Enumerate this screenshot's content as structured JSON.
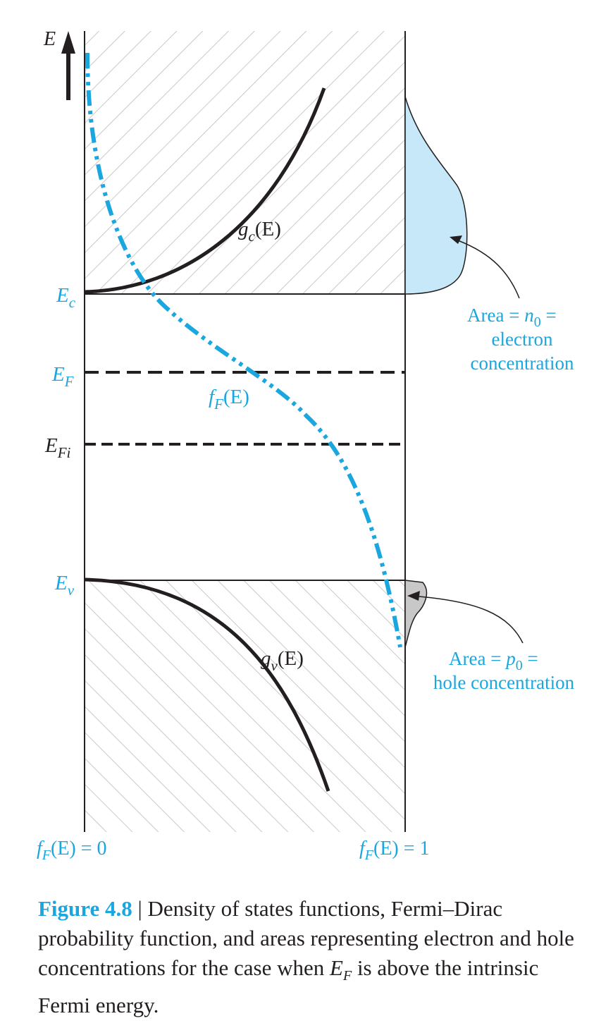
{
  "figure": {
    "axis_label": "E",
    "levels": {
      "Ec": {
        "main": "E",
        "sub": "c"
      },
      "EF": {
        "main": "E",
        "sub": "F"
      },
      "EFi": {
        "main": "E",
        "sub": "Fi"
      },
      "Ev": {
        "main": "E",
        "sub": "v"
      }
    },
    "curves": {
      "gc": {
        "main": "g",
        "sub": "c",
        "arg": "(E)"
      },
      "gv": {
        "main": "g",
        "sub": "v",
        "arg": "(E)"
      },
      "fF": {
        "main": "f",
        "sub": "F",
        "arg": "(E)"
      }
    },
    "bottom_labels": {
      "left": {
        "main": "f",
        "sub": "F",
        "tail": "(E) = 0"
      },
      "right": {
        "main": "f",
        "sub": "F",
        "tail": "(E) = 1"
      }
    },
    "annotations": {
      "electron": {
        "line1_prefix": "Area = ",
        "line1_var": "n",
        "line1_sub": "0",
        "line1_suffix": " =",
        "line2": "electron",
        "line3": "concentration"
      },
      "hole": {
        "line1_prefix": "Area = ",
        "line1_var": "p",
        "line1_sub": "0",
        "line1_suffix": " =",
        "line2": "hole concentration"
      }
    },
    "colors": {
      "accent": "#1aa7e0",
      "electron_fill": "#c6e8f8",
      "hole_fill": "#c8c8c8",
      "curve": "#231f20",
      "hatch": "#c9c9c9"
    }
  },
  "caption": {
    "figure_label": "Figure 4.8",
    "separator": " | ",
    "text_before_symbol": "Density of states functions, Fermi–Dirac probability function, and areas representing electron and hole concentrations for the case when ",
    "symbol_main": "E",
    "symbol_sub": "F",
    "text_after_symbol": " is above the intrinsic Fermi energy."
  }
}
